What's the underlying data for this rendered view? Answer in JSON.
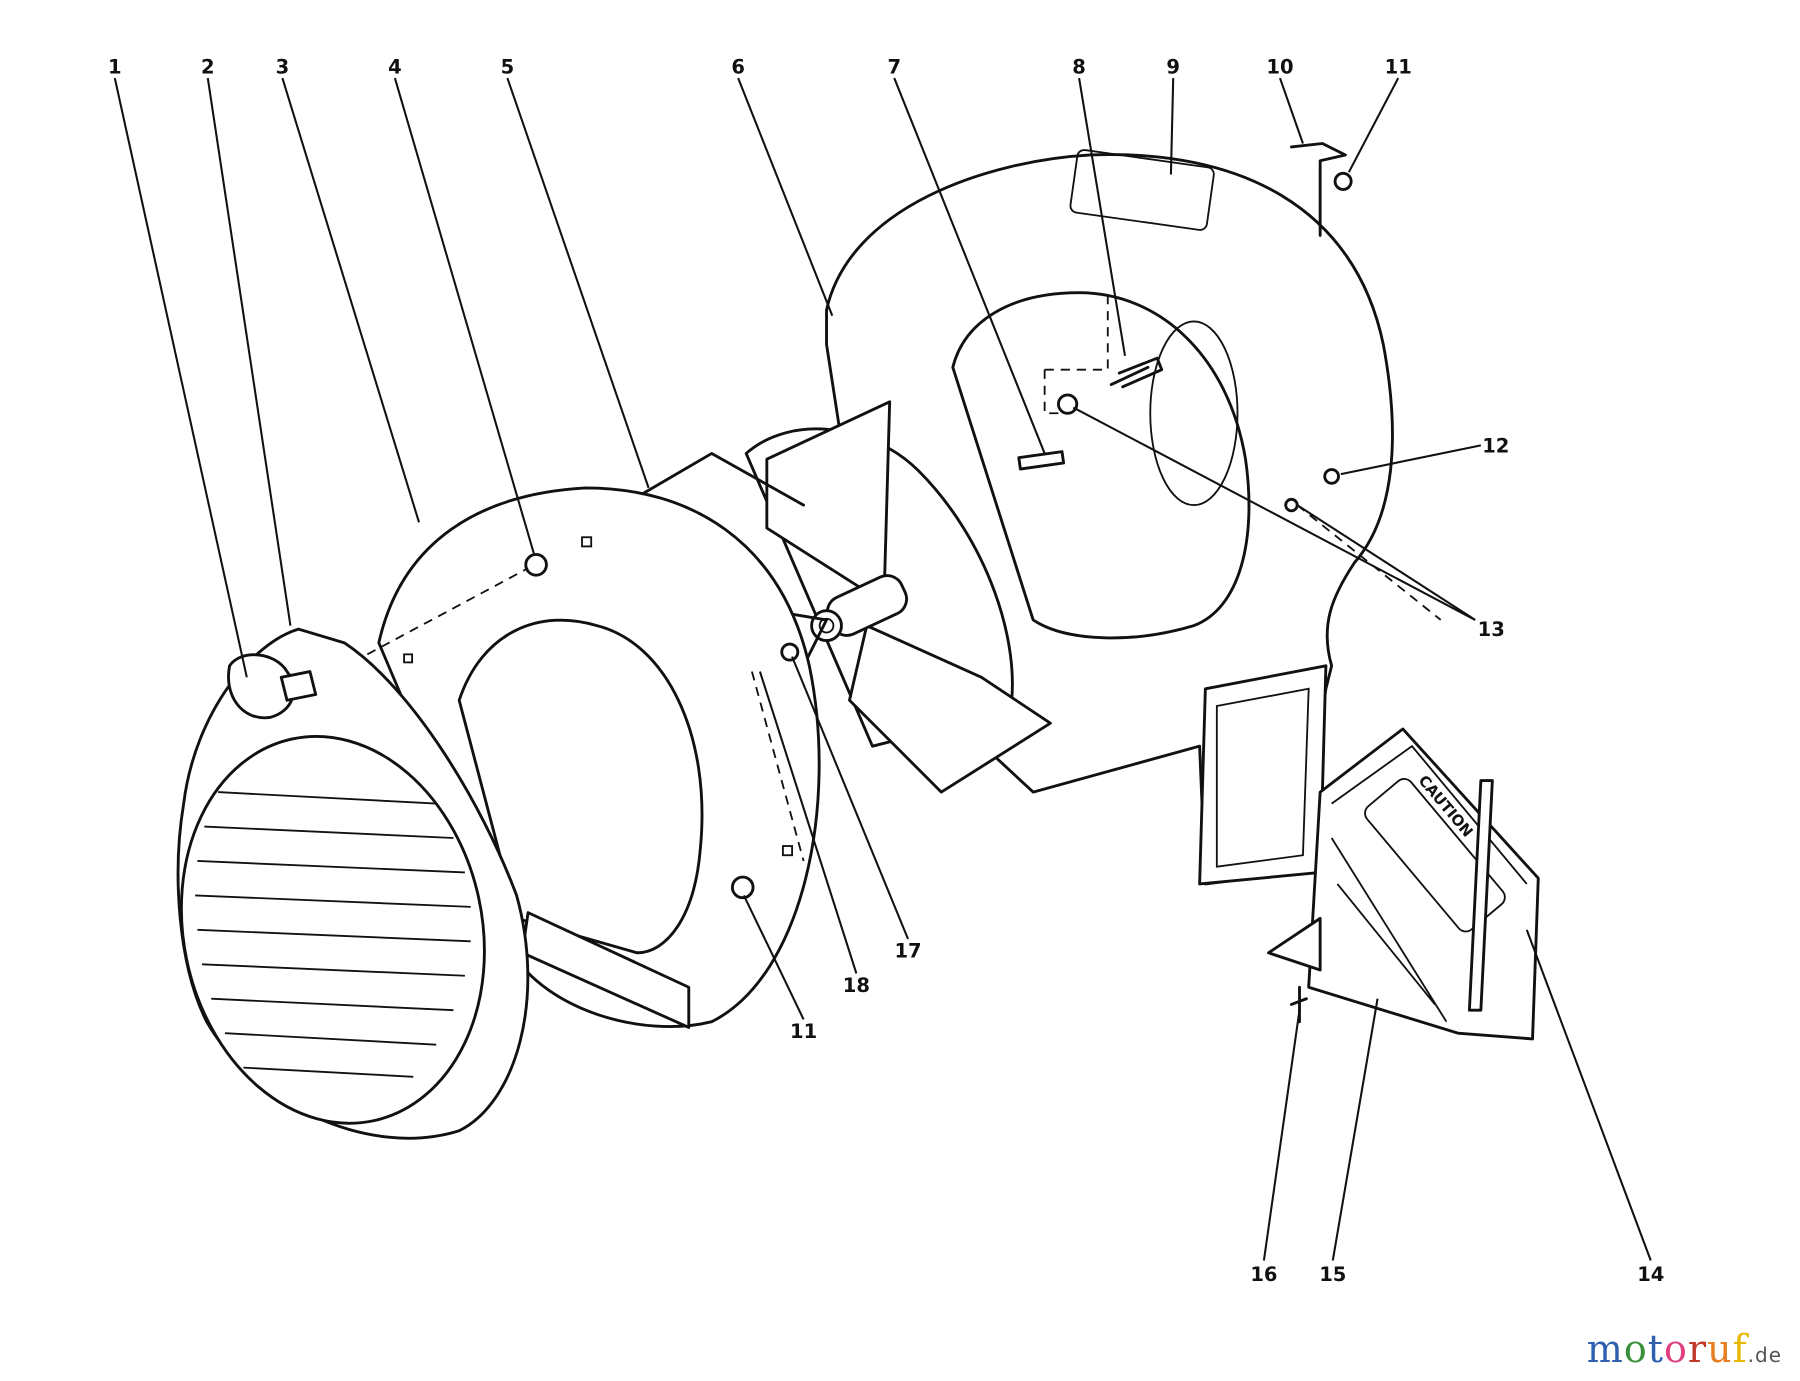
{
  "diagram": {
    "callouts": [
      "1",
      "2",
      "3",
      "4",
      "5",
      "6",
      "7",
      "8",
      "9",
      "10",
      "11",
      "12",
      "13",
      "17",
      "18",
      "11",
      "16",
      "15",
      "14"
    ],
    "caution_label": "CAUTION"
  },
  "watermark": {
    "text": "motoruf",
    "letters": [
      "m",
      "o",
      "t",
      "o",
      "r",
      "u",
      "f"
    ],
    "suffix": ".de",
    "colors": [
      "#2f5fb0",
      "#3a8f3a",
      "#2f5fb0",
      "#e0407f",
      "#c0392b",
      "#e67e22",
      "#e8b800"
    ]
  }
}
